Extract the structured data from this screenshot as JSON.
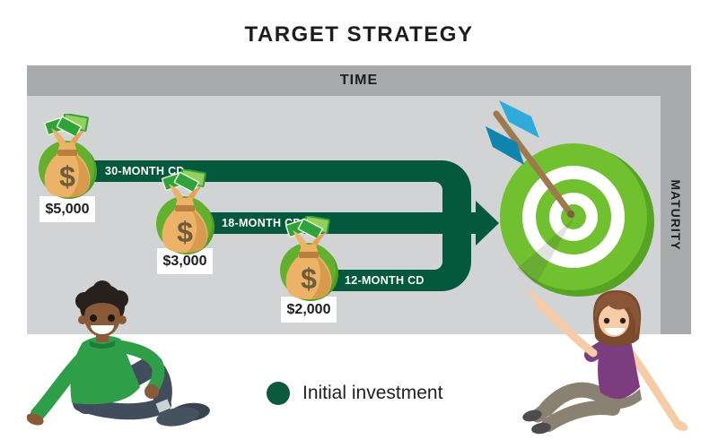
{
  "title": "TARGET STRATEGY",
  "diagram": {
    "time_axis_label": "TIME",
    "maturity_axis_label": "MATURITY",
    "money_bag_symbol": "$",
    "cds": [
      {
        "amount": "$5,000",
        "term": "30-MONTH CD"
      },
      {
        "amount": "$3,000",
        "term": "18-MONTH CD"
      },
      {
        "amount": "$2,000",
        "term": "12-MONTH CD"
      }
    ]
  },
  "legend": {
    "label": "Initial investment",
    "color": "#0b5a3e"
  },
  "colors": {
    "flow_dark_green": "#04583b",
    "target_bright_green": "#70c02f",
    "bag_circle_green": "#62b02d",
    "panel_light_gray": "#d2d3d4",
    "axis_bar_gray": "#a9aaac",
    "fletching_blue": "#2fabdb",
    "arrow_shaft_brown": "#9c7a4e"
  },
  "icons": {
    "money_bag": "money-bag-icon",
    "banknotes": "banknotes-icon",
    "bullseye": "bullseye-target-icon",
    "dart_arrow": "dart-arrow-icon",
    "flow_arrow": "flow-arrow-icon"
  }
}
